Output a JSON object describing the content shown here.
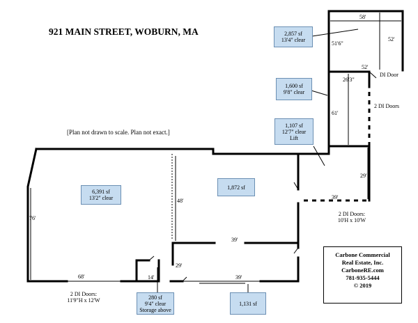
{
  "title": "921 MAIN STREET, WOBURN, MA",
  "note": "[Plan not drawn to scale. Plan not exact.]",
  "areas": {
    "a2857": {
      "sf": "2,857 sf",
      "clear": "13'4\" clear"
    },
    "a1600": {
      "sf": "1,600 sf",
      "clear": "9'8\" clear"
    },
    "a1107": {
      "sf": "1,107 sf",
      "clear": "12'7\" clear",
      "extra": "Lift"
    },
    "a6391": {
      "sf": "6,391 sf",
      "clear": "13'2\" clear"
    },
    "a1872": {
      "sf": "1,872 sf"
    },
    "a280": {
      "sf": "280 sf",
      "clear": "9'4\" clear",
      "extra": "Storage above"
    },
    "a1131": {
      "sf": "1,131 sf"
    }
  },
  "dims": {
    "d58": "58'",
    "d52_right": "52'",
    "d51_6": "51'6\"",
    "d52_bottom": "52'",
    "d26_3": "26'3\"",
    "d61": "61'",
    "d29_right": "29'",
    "d39_right": "39'",
    "d48": "48'",
    "d76": "76'",
    "d68": "68'",
    "d39_mid": "39'",
    "d29_mid": "29'",
    "d14": "14'",
    "d39_bottom": "39'"
  },
  "doors": {
    "di_door": "DI Door",
    "di_doors_2": "2 DI Doors",
    "right_line1": "2 DI Doors:",
    "right_line2": "10'H x 10'W",
    "left_line1": "2 DI Doors:",
    "left_line2": "11'9\"H x 12'W"
  },
  "company": {
    "line1": "Carbone Commercial",
    "line2": "Real Estate, Inc.",
    "line3": "CarboneRE.com",
    "line4": "781-935-5444",
    "line5": "© 2019"
  }
}
